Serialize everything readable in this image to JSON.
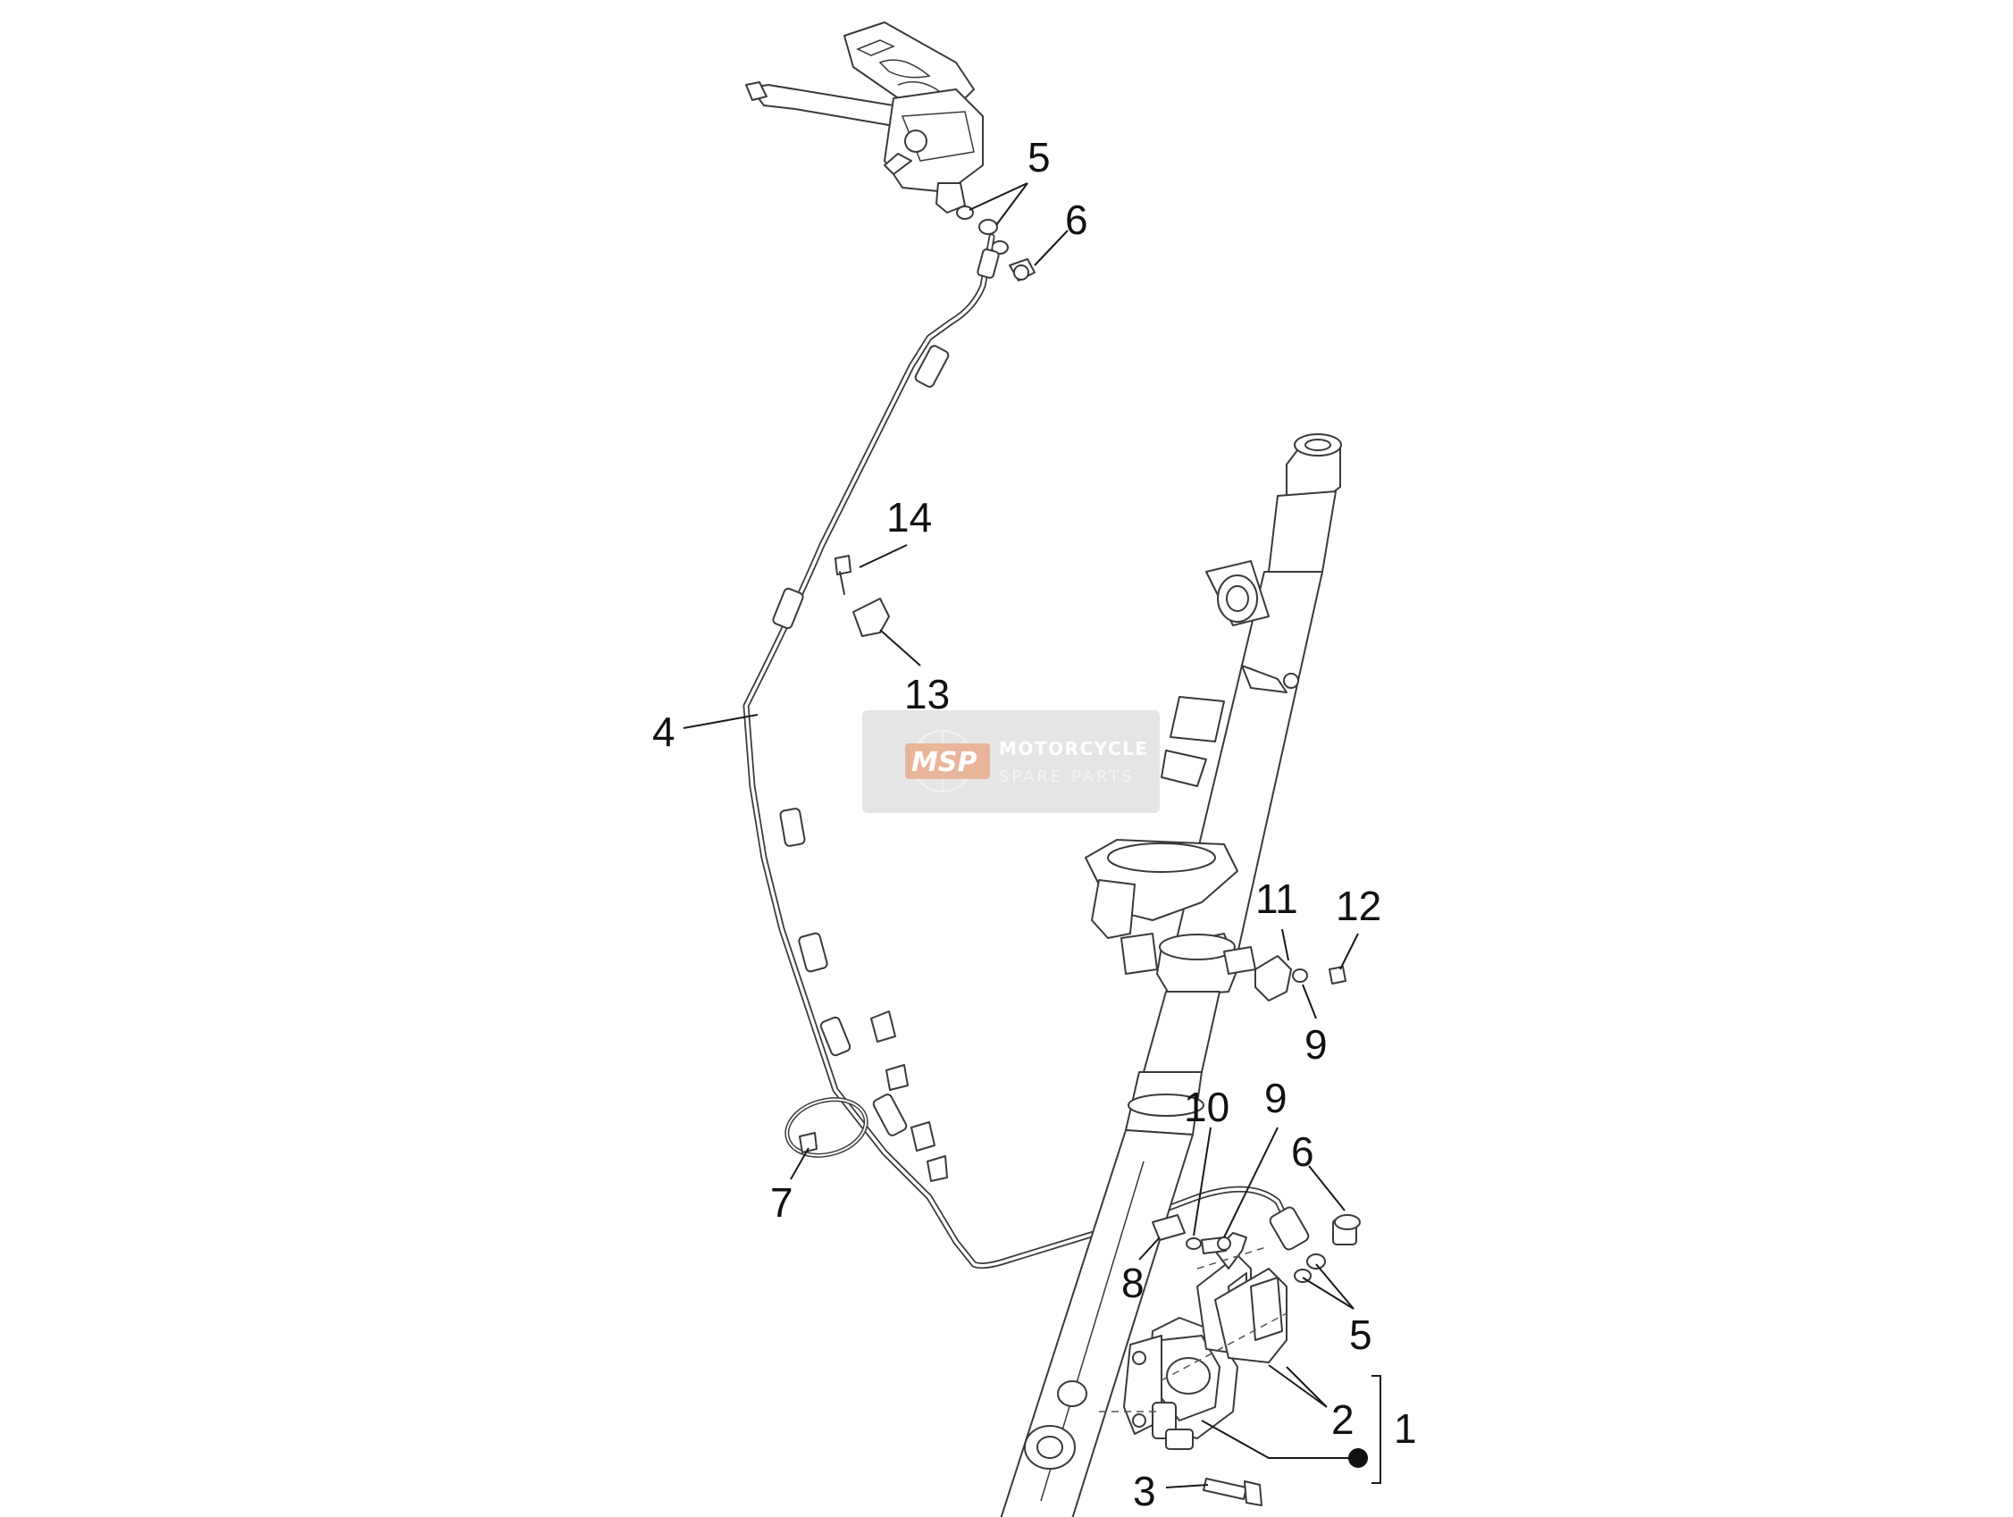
{
  "callouts": {
    "c1": "1",
    "c2": "2",
    "c3": "3",
    "c4": "4",
    "c5a": "5",
    "c5b": "5",
    "c6a": "6",
    "c6b": "6",
    "c7": "7",
    "c8": "8",
    "c9a": "9",
    "c9b": "9",
    "c10": "10",
    "c11": "11",
    "c12": "12",
    "c13": "13",
    "c14": "14"
  },
  "watermark": {
    "logo": "MSP",
    "line1": "MOTORCYCLE",
    "line2": "SPARE PARTS",
    "color_text": "#c9c9c9",
    "color_logo_bg": "#e8a07a",
    "color_panel": "#d9d9d9"
  }
}
